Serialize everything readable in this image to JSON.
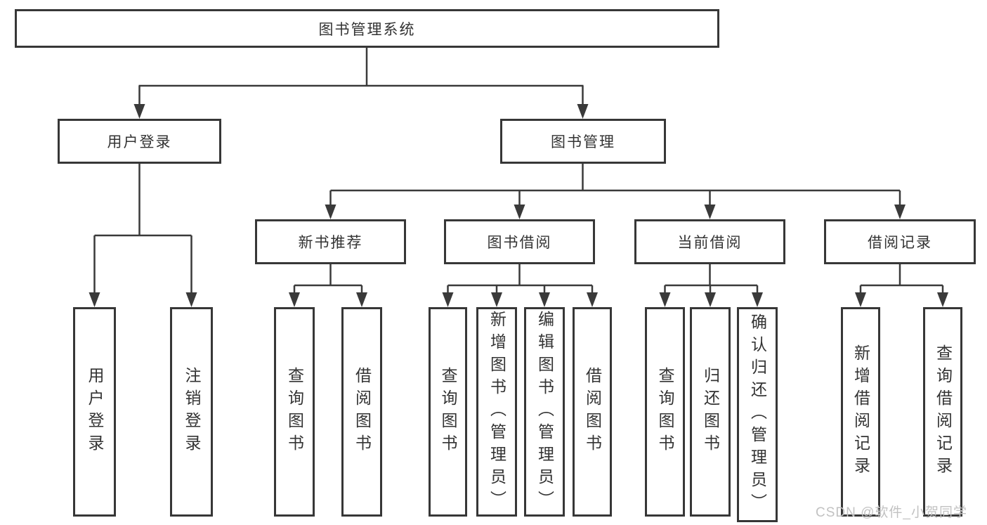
{
  "tree": {
    "root": {
      "label": "图书管理系统"
    },
    "branches": [
      {
        "label": "用户登录",
        "children": [
          {
            "label": "用户登录"
          },
          {
            "label": "注销登录"
          }
        ]
      },
      {
        "label": "图书管理",
        "children": [
          {
            "label": "新书推荐",
            "children": [
              {
                "label": "查询图书"
              },
              {
                "label": "借阅图书"
              }
            ]
          },
          {
            "label": "图书借阅",
            "children": [
              {
                "label": "查询图书"
              },
              {
                "label": "新增图书（管理员）"
              },
              {
                "label": "编辑图书（管理员）"
              },
              {
                "label": "借阅图书"
              }
            ]
          },
          {
            "label": "当前借阅",
            "children": [
              {
                "label": "查询图书"
              },
              {
                "label": "归还图书"
              },
              {
                "label": "确认归还（管理员）"
              }
            ]
          },
          {
            "label": "借阅记录",
            "children": [
              {
                "label": "新增借阅记录"
              },
              {
                "label": "查询借阅记录"
              }
            ]
          }
        ]
      }
    ]
  },
  "watermark": {
    "text": "CSDN @软件_小贺同学",
    "color": "#c2c2c2"
  },
  "colors": {
    "line": "#3a3a3a",
    "box_border": "#373737",
    "text": "#333333",
    "box_background": "#ffffff"
  }
}
